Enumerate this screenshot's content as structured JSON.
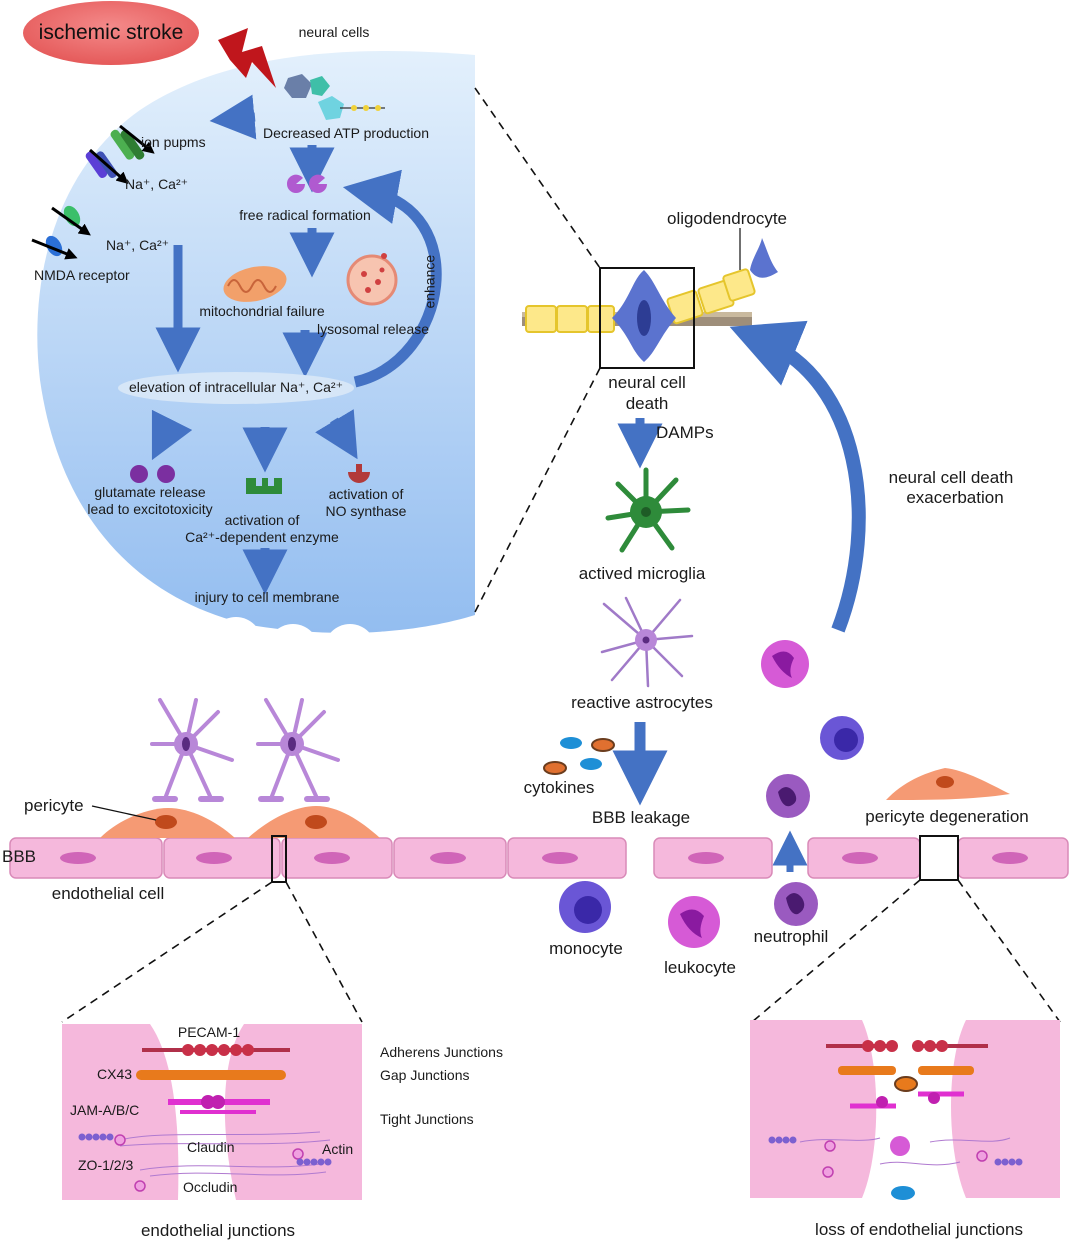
{
  "title": "ischemic stroke",
  "neural_cell": {
    "header": "neural cells",
    "atp": "Decreased ATP production",
    "ion_pumps": "ion pupms",
    "na_ca_1": "Na⁺, Ca²⁺",
    "na_ca_2": "Na⁺, Ca²⁺",
    "nmda": "NMDA receptor",
    "free_radical": "free radical formation",
    "mito": "mitochondrial failure",
    "lysosomal": "lysosomal release",
    "enhance": "enhance",
    "elevation": "elevation of intracellular Na⁺, Ca²⁺",
    "glutamate_1": "glutamate release",
    "glutamate_2": "lead to excitotoxicity",
    "enzyme_1": "activation of",
    "enzyme_2": "Ca²⁺-dependent enzyme",
    "no_1": "activation of",
    "no_2": "NO synthase",
    "injury": "injury to cell membrane"
  },
  "right_panel": {
    "oligodendrocyte": "oligodendrocyte",
    "neural_death_1": "neural cell",
    "neural_death_2": "death",
    "damps": "DAMPs",
    "microglia": "actived microglia",
    "astrocytes": "reactive astrocytes",
    "exacerbation_1": "neural cell death",
    "exacerbation_2": "exacerbation",
    "cytokines": "cytokines",
    "bbb_leakage": "BBB leakage",
    "pericyte_degen": "pericyte degeneration",
    "monocyte": "monocyte",
    "leukocyte": "leukocyte",
    "neutrophil": "neutrophil"
  },
  "bbb": {
    "bbb": "BBB",
    "pericyte": "pericyte",
    "endothelial": "endothelial cell"
  },
  "junctions": {
    "pecam": "PECAM-1",
    "cx43": "CX43",
    "jam": "JAM-A/B/C",
    "zo": "ZO-1/2/3",
    "claudin": "Claudin",
    "occludin": "Occludin",
    "actin": "Actin",
    "adherens": "Adherens Junctions",
    "gap": "Gap Junctions",
    "tight": "Tight Junctions",
    "caption_left": "endothelial junctions",
    "caption_right": "loss of endothelial junctions"
  },
  "colors": {
    "arrow": "#4472c4",
    "cell_bg": "#a9ccf3",
    "endothelial": "#f3b5d9",
    "pericyte": "#f59a74",
    "astrocyte": "#b887d8",
    "microglia": "#2e8b3a"
  }
}
